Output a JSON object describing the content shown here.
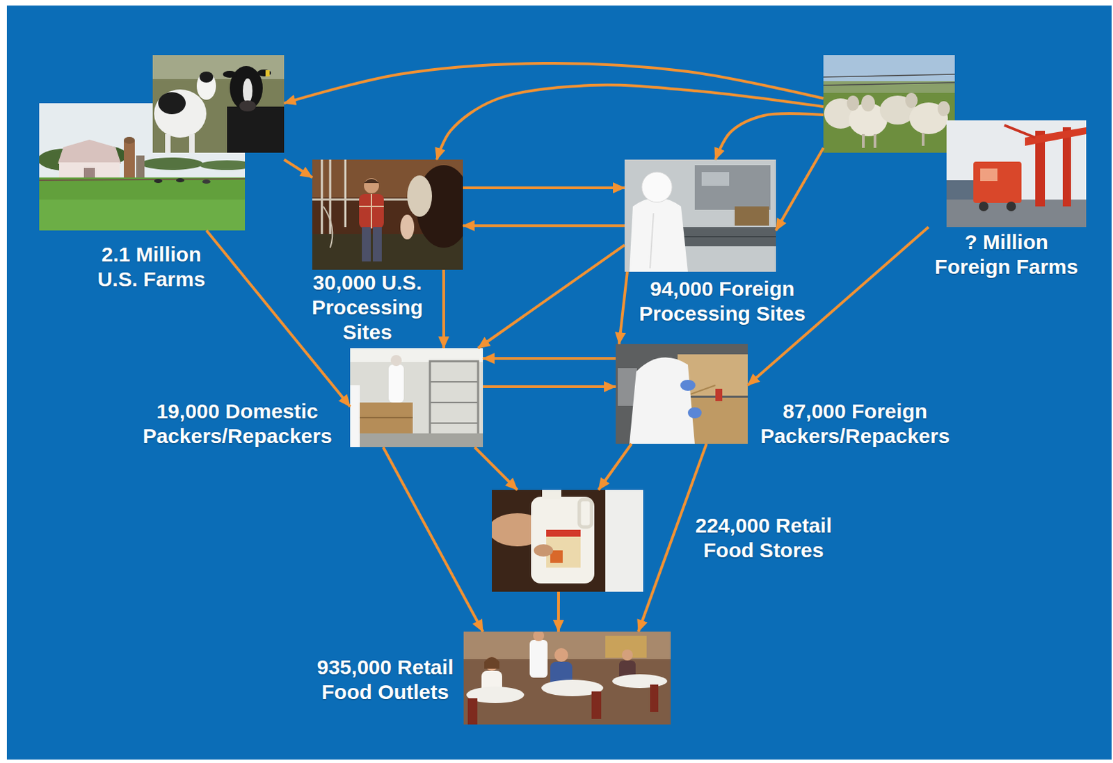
{
  "diagram": {
    "nodes": [
      {
        "text": [
          "2.1 Million U.S. Farms"
        ]
      },
      {
        "text": [
          "30,000 U.S. Processing Sites"
        ]
      },
      {
        "text": [
          "94,000 Foreign Processing Sites"
        ]
      },
      {
        "text": [
          "? Million Foreign Farms"
        ]
      },
      {
        "text": [
          "19,000 Domestic Packers/Repackers"
        ]
      },
      {
        "text": [
          "87,000 Foreign Packers/Repackers"
        ]
      },
      {
        "text": [
          "224,000 Retail Food Stores"
        ]
      },
      {
        "text": [
          "935,000 Retail Food Outlets"
        ]
      }
    ],
    "edges": [
      {
        "from": 3,
        "to": 0,
        "arrow": "to"
      },
      {
        "from": 3,
        "to": 1,
        "arrow": "to"
      },
      {
        "from": 3,
        "to": 2,
        "arrow": "to"
      },
      {
        "from": 3,
        "to": 2,
        "arrow": "to"
      },
      {
        "from": 3,
        "to": 5,
        "arrow": "to"
      },
      {
        "from": 0,
        "to": 1,
        "arrow": "to"
      },
      {
        "from": 0,
        "to": 4,
        "arrow": "to"
      },
      {
        "from": 1,
        "to": 2,
        "arrow": "to"
      },
      {
        "from": 2,
        "to": 1,
        "arrow": "to"
      },
      {
        "from": 1,
        "to": 4,
        "arrow": "to"
      },
      {
        "from": 2,
        "to": 4,
        "arrow": "to"
      },
      {
        "from": 2,
        "to": 5,
        "arrow": "to"
      },
      {
        "from": 5,
        "to": 4,
        "arrow": "to"
      },
      {
        "from": 4,
        "to": 5,
        "arrow": "to"
      },
      {
        "from": 4,
        "to": 6,
        "arrow": "to"
      },
      {
        "from": 5,
        "to": 6,
        "arrow": "to"
      },
      {
        "from": 4,
        "to": 7,
        "arrow": "to"
      },
      {
        "from": 6,
        "to": 7,
        "arrow": "to"
      },
      {
        "from": 5,
        "to": 7,
        "arrow": "to"
      }
    ]
  }
}
